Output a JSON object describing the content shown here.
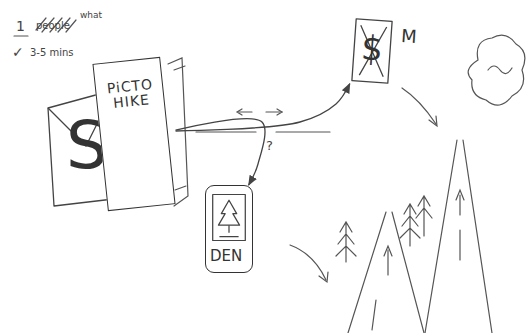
{
  "diagram": {
    "nodes": [
      {
        "text": [
          "S"
        ]
      },
      {
        "text": [
          "PiCTO HIKE"
        ]
      },
      {
        "text": [
          "$",
          "M"
        ]
      },
      {
        "text": [
          "DEN"
        ]
      }
    ],
    "edges": [
      {
        "from": 1,
        "to": 2,
        "arrow": "to"
      },
      {
        "from": 1,
        "to": 3,
        "arrow": "to"
      }
    ],
    "labels": [
      "1",
      "people",
      "what",
      "✓",
      "3-5 mins",
      "?"
    ]
  }
}
